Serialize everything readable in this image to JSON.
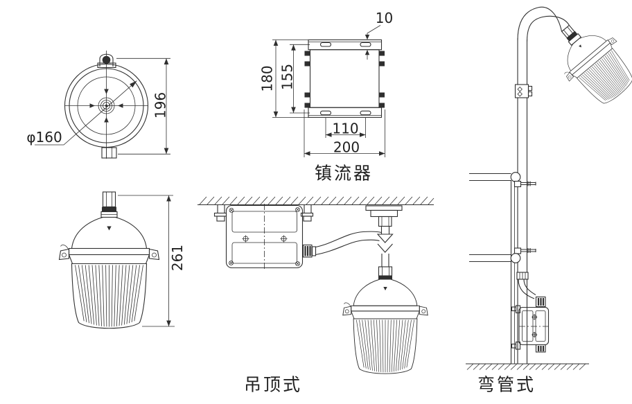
{
  "drawing": {
    "top_view": {
      "diameter": "φ160",
      "height": "196"
    },
    "ballast_view": {
      "title": "镇流器",
      "flange_thickness": "10",
      "overall_height": "180",
      "inner_height": "155",
      "slot_spacing": "110",
      "overall_width": "200"
    },
    "lamp_side_view": {
      "overall_length": "261"
    },
    "ceiling_view": {
      "title": "吊顶式"
    },
    "pole_view": {
      "title": "弯管式"
    }
  },
  "colors": {
    "line": "#2f2f2f",
    "background": "#ffffff"
  }
}
